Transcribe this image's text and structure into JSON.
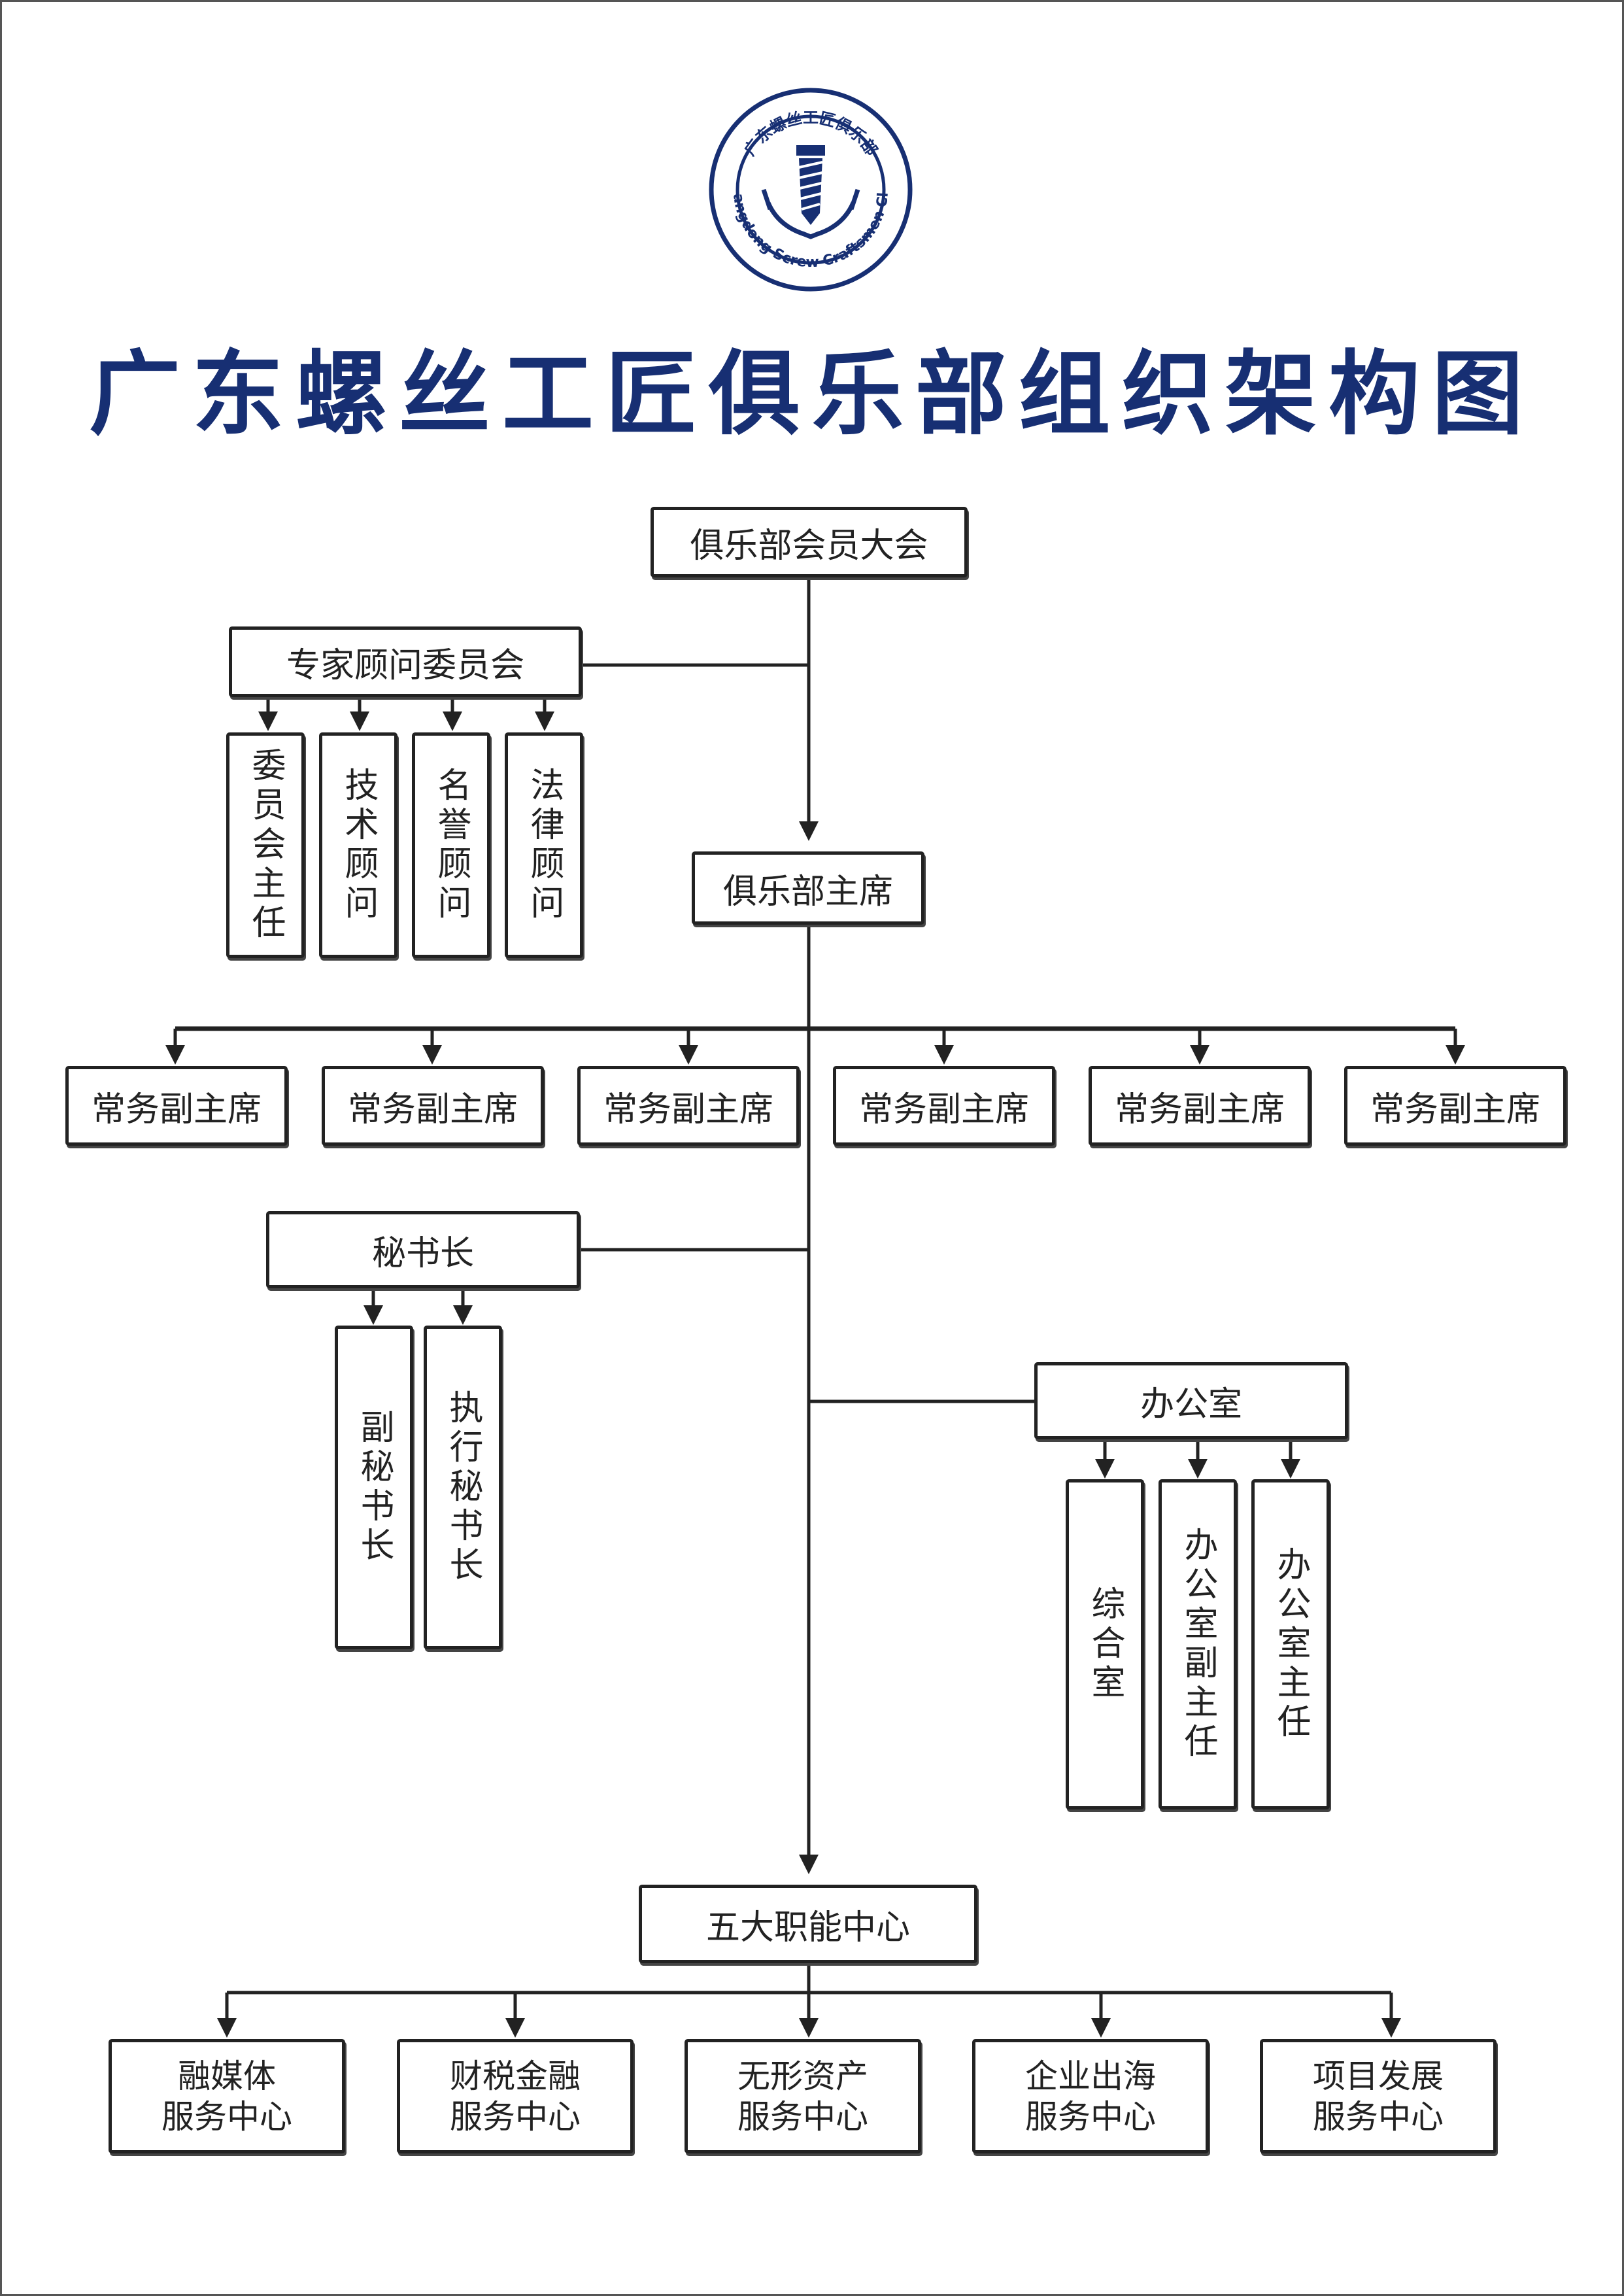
{
  "logo": {
    "cn_text": "广东螺丝工匠俱乐部",
    "en_text": "Guangdong Screw Craftsmen Club",
    "color": "#172f73"
  },
  "title": "广东螺丝工匠俱乐部组织架构图",
  "top": "俱乐部会员大会",
  "advisory": {
    "label": "专家顾问委员会",
    "children": [
      "委员会主任",
      "技术顾问",
      "名誉顾问",
      "法律顾问"
    ]
  },
  "chairman": "俱乐部主席",
  "vice_chairs": [
    "常务副主席",
    "常务副主席",
    "常务副主席",
    "常务副主席",
    "常务副主席",
    "常务副主席"
  ],
  "secretary": {
    "label": "秘书长",
    "children": [
      "副秘书长",
      "执行秘书长"
    ]
  },
  "office": {
    "label": "办公室",
    "children": [
      "综合室",
      "办公室副主任",
      "办公室主任"
    ]
  },
  "centers": {
    "label": "五大职能中心",
    "items": [
      "融媒体\n服务中心",
      "财税金融\n服务中心",
      "无形资产\n服务中心",
      "企业出海\n服务中心",
      "项目发展\n服务中心"
    ]
  }
}
